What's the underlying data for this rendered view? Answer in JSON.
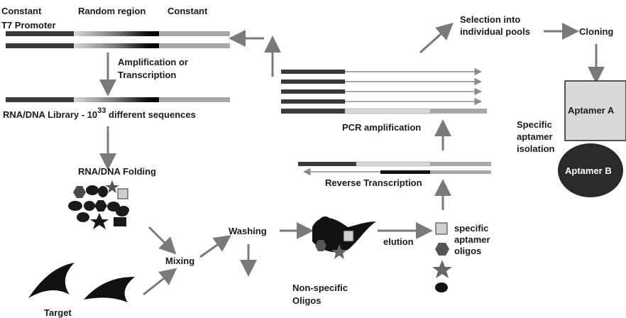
{
  "labels": {
    "constant_left": "Constant",
    "t7_promoter": "T7 Promoter",
    "random_region": "Random region",
    "constant_right": "Constant",
    "amplification_line1": "Amplification or",
    "amplification_line2": "Transcription",
    "library_prefix": "RNA/DNA Library - 10",
    "library_exponent": "33",
    "library_suffix": " different sequences",
    "folding": "RNA/DNA Folding",
    "mixing": "Mixing",
    "target": "Target",
    "washing": "Washing",
    "nonspecific_line1": "Non-specific",
    "nonspecific_line2": "Oligos",
    "elution": "elution",
    "specific_line1": "specific",
    "specific_line2": "aptamer",
    "specific_line3": "oligos",
    "reverse_transcription": "Reverse Transcription",
    "pcr_amplification": "PCR amplification",
    "selection_line1": "Selection into",
    "selection_line2": "individual pools",
    "cloning": "Cloning",
    "aptamer_a": "Aptamer A",
    "aptamer_b": "Aptamer B",
    "isolation_line1": "Specific",
    "isolation_line2": "aptamer",
    "isolation_line3": "isolation"
  },
  "colors": {
    "dark": "#1a1a1a",
    "arrow": "#7a7a7a",
    "strand_dark": "#3a3a3a",
    "strand_light": "#a8a8a8",
    "box_fill": "#d8d8d8"
  }
}
